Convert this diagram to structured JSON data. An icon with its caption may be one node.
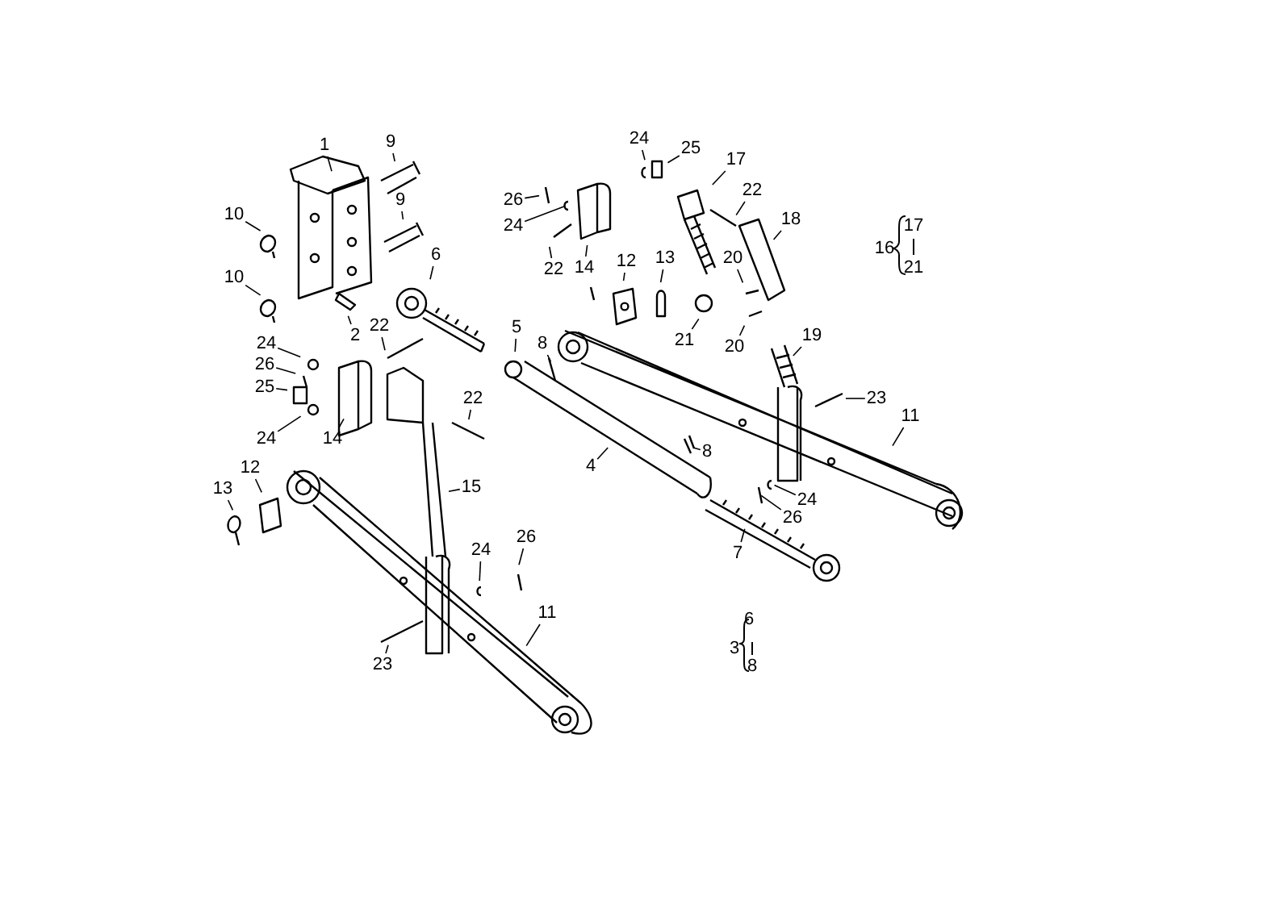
{
  "diagram": {
    "nodes": [
      {
        "text": [
          "1"
        ]
      },
      {
        "text": [
          "9"
        ]
      },
      {
        "text": [
          "9"
        ]
      },
      {
        "text": [
          "10"
        ]
      },
      {
        "text": [
          "10"
        ]
      },
      {
        "text": [
          "26"
        ]
      },
      {
        "text": [
          "24"
        ]
      },
      {
        "text": [
          "25"
        ]
      },
      {
        "text": [
          "24"
        ]
      },
      {
        "text": [
          "22"
        ]
      },
      {
        "text": [
          "14"
        ]
      },
      {
        "text": [
          "17"
        ]
      },
      {
        "text": [
          "22"
        ]
      },
      {
        "text": [
          "18"
        ]
      },
      {
        "text": [
          "6"
        ]
      },
      {
        "text": [
          "12"
        ]
      },
      {
        "text": [
          "13"
        ]
      },
      {
        "text": [
          "20"
        ]
      },
      {
        "text": [
          "2"
        ]
      },
      {
        "text": [
          "21"
        ]
      },
      {
        "text": [
          "20"
        ]
      },
      {
        "text": [
          "5"
        ]
      },
      {
        "text": [
          "8"
        ]
      },
      {
        "text": [
          "22"
        ]
      },
      {
        "text": [
          "19"
        ]
      },
      {
        "text": [
          "24"
        ]
      },
      {
        "text": [
          "26"
        ]
      },
      {
        "text": [
          "25"
        ]
      },
      {
        "text": [
          "22"
        ]
      },
      {
        "text": [
          "23"
        ]
      },
      {
        "text": [
          "11"
        ]
      },
      {
        "text": [
          "24"
        ]
      },
      {
        "text": [
          "14"
        ]
      },
      {
        "text": [
          "8"
        ]
      },
      {
        "text": [
          "4"
        ]
      },
      {
        "text": [
          "12"
        ]
      },
      {
        "text": [
          "15"
        ]
      },
      {
        "text": [
          "13"
        ]
      },
      {
        "text": [
          "26"
        ]
      },
      {
        "text": [
          "24"
        ]
      },
      {
        "text": [
          "7"
        ]
      },
      {
        "text": [
          "24"
        ]
      },
      {
        "text": [
          "26"
        ]
      },
      {
        "text": [
          "11"
        ]
      },
      {
        "text": [
          "23"
        ]
      }
    ],
    "edges": [
      {
        "from": 0,
        "to": null,
        "arrow": "none"
      },
      {
        "from": 1,
        "to": null,
        "arrow": "none"
      },
      {
        "from": 2,
        "to": null,
        "arrow": "none"
      },
      {
        "from": 3,
        "to": null,
        "arrow": "none"
      },
      {
        "from": 4,
        "to": null,
        "arrow": "none"
      },
      {
        "from": 5,
        "to": null,
        "arrow": "none"
      },
      {
        "from": 6,
        "to": null,
        "arrow": "none"
      },
      {
        "from": 7,
        "to": null,
        "arrow": "none"
      },
      {
        "from": 8,
        "to": null,
        "arrow": "none"
      },
      {
        "from": 9,
        "to": null,
        "arrow": "none"
      },
      {
        "from": 10,
        "to": null,
        "arrow": "none"
      },
      {
        "from": 11,
        "to": null,
        "arrow": "none"
      },
      {
        "from": 12,
        "to": null,
        "arrow": "none"
      },
      {
        "from": 13,
        "to": null,
        "arrow": "none"
      },
      {
        "from": 14,
        "to": null,
        "arrow": "none"
      },
      {
        "from": 15,
        "to": null,
        "arrow": "none"
      },
      {
        "from": 16,
        "to": null,
        "arrow": "none"
      },
      {
        "from": 17,
        "to": null,
        "arrow": "none"
      },
      {
        "from": 18,
        "to": null,
        "arrow": "none"
      },
      {
        "from": 19,
        "to": null,
        "arrow": "none"
      },
      {
        "from": 20,
        "to": null,
        "arrow": "none"
      },
      {
        "from": 21,
        "to": null,
        "arrow": "none"
      },
      {
        "from": 22,
        "to": null,
        "arrow": "none"
      },
      {
        "from": 23,
        "to": null,
        "arrow": "none"
      },
      {
        "from": 24,
        "to": null,
        "arrow": "none"
      },
      {
        "from": 25,
        "to": null,
        "arrow": "none"
      },
      {
        "from": 26,
        "to": null,
        "arrow": "none"
      },
      {
        "from": 27,
        "to": null,
        "arrow": "none"
      },
      {
        "from": 28,
        "to": null,
        "arrow": "none"
      },
      {
        "from": 29,
        "to": null,
        "arrow": "none"
      },
      {
        "from": 30,
        "to": null,
        "arrow": "none"
      },
      {
        "from": 31,
        "to": null,
        "arrow": "none"
      },
      {
        "from": 32,
        "to": null,
        "arrow": "none"
      },
      {
        "from": 33,
        "to": null,
        "arrow": "none"
      },
      {
        "from": 34,
        "to": null,
        "arrow": "none"
      },
      {
        "from": 35,
        "to": null,
        "arrow": "none"
      },
      {
        "from": 36,
        "to": null,
        "arrow": "none"
      },
      {
        "from": 37,
        "to": null,
        "arrow": "none"
      },
      {
        "from": 38,
        "to": null,
        "arrow": "none"
      },
      {
        "from": 39,
        "to": null,
        "arrow": "none"
      },
      {
        "from": 40,
        "to": null,
        "arrow": "none"
      },
      {
        "from": 41,
        "to": null,
        "arrow": "none"
      },
      {
        "from": 42,
        "to": null,
        "arrow": "none"
      },
      {
        "from": 43,
        "to": null,
        "arrow": "none"
      },
      {
        "from": 44,
        "to": null,
        "arrow": "none"
      }
    ],
    "labels": [
      "17",
      "16",
      "21",
      "6",
      "3",
      "8"
    ]
  }
}
